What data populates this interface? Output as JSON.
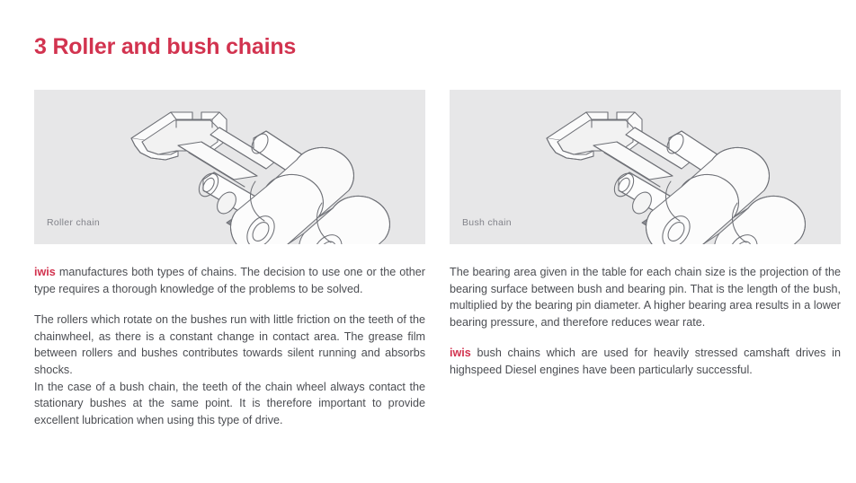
{
  "heading": "3 Roller and bush chains",
  "theme": {
    "accent": "#d2334f",
    "body_text": "#4b4d52",
    "panel_bg": "#e7e7e8",
    "caption_text": "#82838a",
    "page_bg": "#ffffff",
    "drawing_line": "#6f7177"
  },
  "figures": [
    {
      "caption": "Roller chain",
      "drawing": "roller-chain-line-drawing"
    },
    {
      "caption": "Bush chain",
      "drawing": "bush-chain-line-drawing"
    }
  ],
  "left_column": {
    "paragraph_1": {
      "brand": "iwis",
      "text": " manufactures both types of chains. The decision to use one or the other type requires a thorough knowledge of the problems to be solved."
    },
    "paragraph_2": "The rollers which rotate on the bushes run with little friction on the teeth of the chainwheel, as there is a constant change in contact area. The grease film between rollers and bushes contributes towards silent running and absorbs shocks.",
    "paragraph_3": "In the case of a bush chain, the teeth of the chain wheel always contact the stationary bushes at the same point. It is therefore important to provide excellent lubrication when using this type of drive."
  },
  "right_column": {
    "paragraph_1": "The bearing area given in the table for each chain size is the projection of the bearing surface between bush and bearing pin. That is the length of the bush, multiplied by the bearing pin diameter. A higher bearing area results in a lower bearing pressure, and therefore reduces wear rate.",
    "paragraph_2": {
      "brand": "iwis",
      "text": " bush chains which are used for heavily stressed camshaft drives in highspeed Diesel engines have been particularly successful."
    }
  }
}
